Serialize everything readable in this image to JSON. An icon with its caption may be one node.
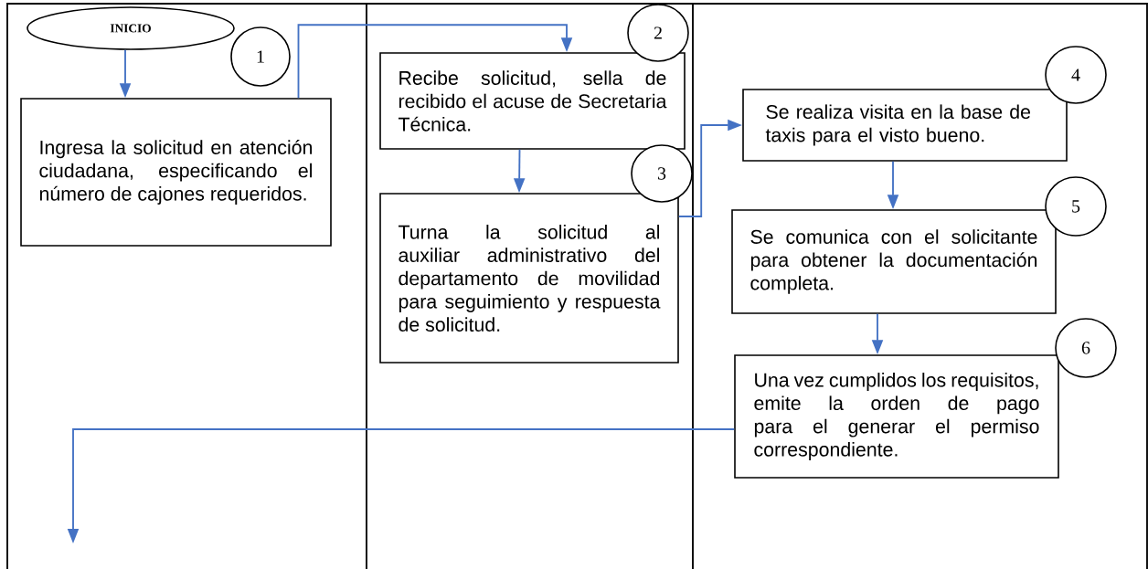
{
  "diagram": {
    "nodes": [
      {
        "text": [
          "INICIO"
        ]
      },
      {
        "text": [
          "1"
        ]
      },
      {
        "text": [
          "Ingresa la solicitud en atención ciudadana, especificando el número de cajones requeridos."
        ]
      },
      {
        "text": [
          "2"
        ]
      },
      {
        "text": [
          "Recibe solicitud, sella de recibido el acuse de Secretaria Técnica."
        ]
      },
      {
        "text": [
          "3"
        ]
      },
      {
        "text": [
          "Turna la solicitud al auxiliar administrativo del departamento de movilidad para seguimiento y respuesta de solicitud."
        ]
      },
      {
        "text": [
          "4"
        ]
      },
      {
        "text": [
          "Se realiza visita en la base de taxis para el visto bueno."
        ]
      },
      {
        "text": [
          "5"
        ]
      },
      {
        "text": [
          "Se comunica con el solicitante para obtener la documentación completa."
        ]
      },
      {
        "text": [
          "6"
        ]
      },
      {
        "text": [
          "Una vez cumplidos los requisitos, emite la orden de pago para el generar el permiso correspondiente."
        ]
      }
    ],
    "edges": [
      {
        "from": 0,
        "to": 2,
        "arrow": "to"
      },
      {
        "from": 2,
        "to": 4,
        "arrow": "to"
      },
      {
        "from": 4,
        "to": 6,
        "arrow": "to"
      },
      {
        "from": 6,
        "to": 8,
        "arrow": "to"
      },
      {
        "from": 8,
        "to": 10,
        "arrow": "to"
      },
      {
        "from": 10,
        "to": 12,
        "arrow": "to"
      },
      {
        "from": 12,
        "to": null,
        "arrow": "to"
      }
    ]
  }
}
